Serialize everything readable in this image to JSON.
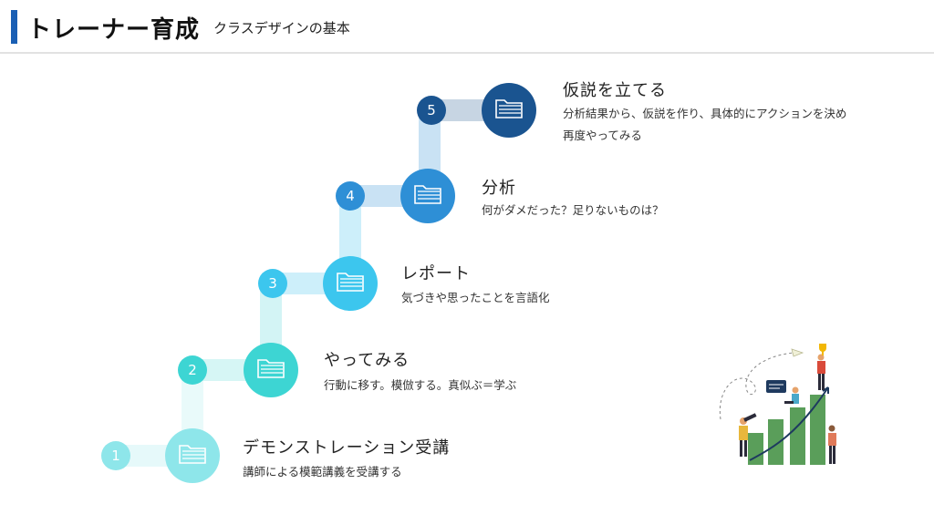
{
  "header": {
    "title": "トレーナー育成",
    "subtitle": "クラスデザインの基本"
  },
  "colors": {
    "accent": "#1a5fb4",
    "step1": "#8ee6ea",
    "step2": "#3dd5d3",
    "step3": "#3cc6ee",
    "step4": "#2e8fd6",
    "step5": "#1a5490"
  },
  "steps": [
    {
      "number": "1",
      "title": "デモンストレーション受講",
      "desc": [
        "講師による模範講義を受講する"
      ],
      "icon": "folder-icon"
    },
    {
      "number": "2",
      "title": "やってみる",
      "desc": [
        "行動に移す。模倣する。真似ぶ＝学ぶ"
      ],
      "icon": "folder-icon"
    },
    {
      "number": "3",
      "title": "レポート",
      "desc": [
        "気づきや思ったことを言語化"
      ],
      "icon": "folder-icon"
    },
    {
      "number": "4",
      "title": "分析",
      "desc": [
        "何がダメだった？足りないものは？"
      ],
      "icon": "folder-icon"
    },
    {
      "number": "5",
      "title": "仮説を立てる",
      "desc": [
        "分析結果から、仮説を作り、具体的にアクションを決め",
        "再度やってみる"
      ],
      "icon": "folder-icon"
    }
  ]
}
